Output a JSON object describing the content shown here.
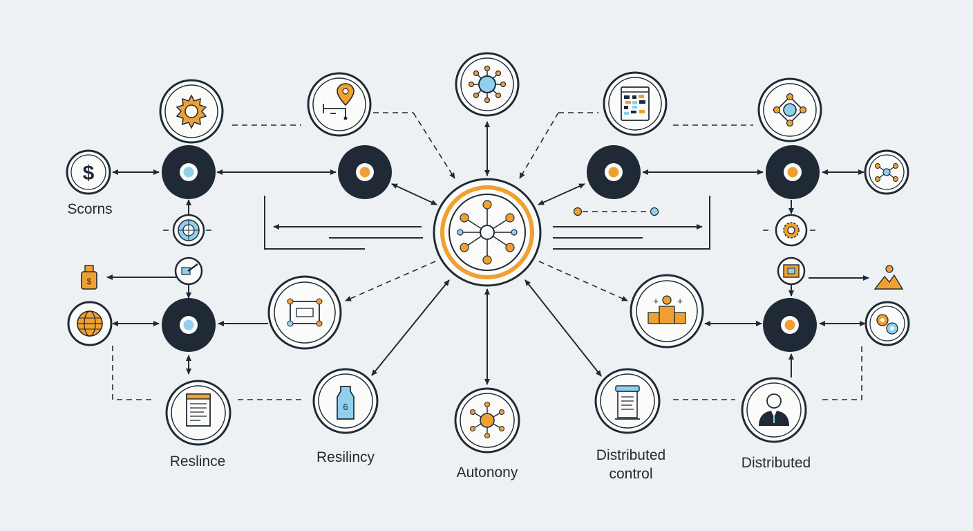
{
  "colors": {
    "background": "#eef1f3",
    "stroke": "#1f2a36",
    "dark_node": "#1f2a36",
    "orange": "#f0a030",
    "blue": "#8fd0ec",
    "node_fill": "#fbfbfa"
  },
  "labels": {
    "scorns": "Scorns",
    "resilince": "Reslince",
    "resiliency": "Resilincy",
    "autonomy": "Autonony",
    "distributed_control_line1": "Distributed",
    "distributed_control_line2": "control",
    "distributed": "Distributed"
  },
  "icons": {
    "dollar_symbol": "$",
    "hub": "central-hub-icon",
    "sun": "sun-gear-icon",
    "location": "location-pin-icon",
    "virus": "network-virus-icon",
    "dashboard": "dashboard-screen-icon",
    "diamond_network": "diamond-network-icon",
    "network_small": "small-network-icon",
    "globe": "globe-icon",
    "document": "document-icon",
    "bottle": "bottle-icon",
    "molecule": "molecule-icon",
    "scroll": "scroll-document-icon",
    "person": "business-person-icon",
    "factory": "factory-icon",
    "chip": "chip-board-icon",
    "mountain": "mountain-person-icon",
    "gears": "gears-icon"
  }
}
